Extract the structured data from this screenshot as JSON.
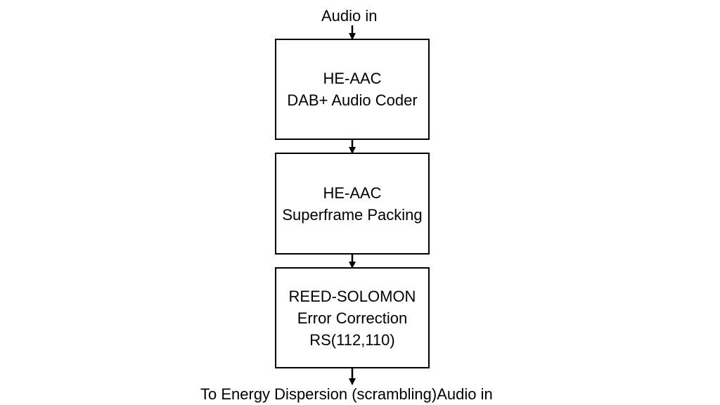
{
  "diagram": {
    "input_label": "Audio in",
    "blocks": [
      {
        "lines": [
          "HE-AAC",
          "DAB+ Audio Coder"
        ]
      },
      {
        "lines": [
          "HE-AAC",
          "Superframe Packing"
        ]
      },
      {
        "lines": [
          "REED-SOLOMON",
          "Error Correction",
          "RS(112,110)"
        ]
      }
    ],
    "output_label": "To Energy Dispersion (scrambling)Audio in"
  }
}
